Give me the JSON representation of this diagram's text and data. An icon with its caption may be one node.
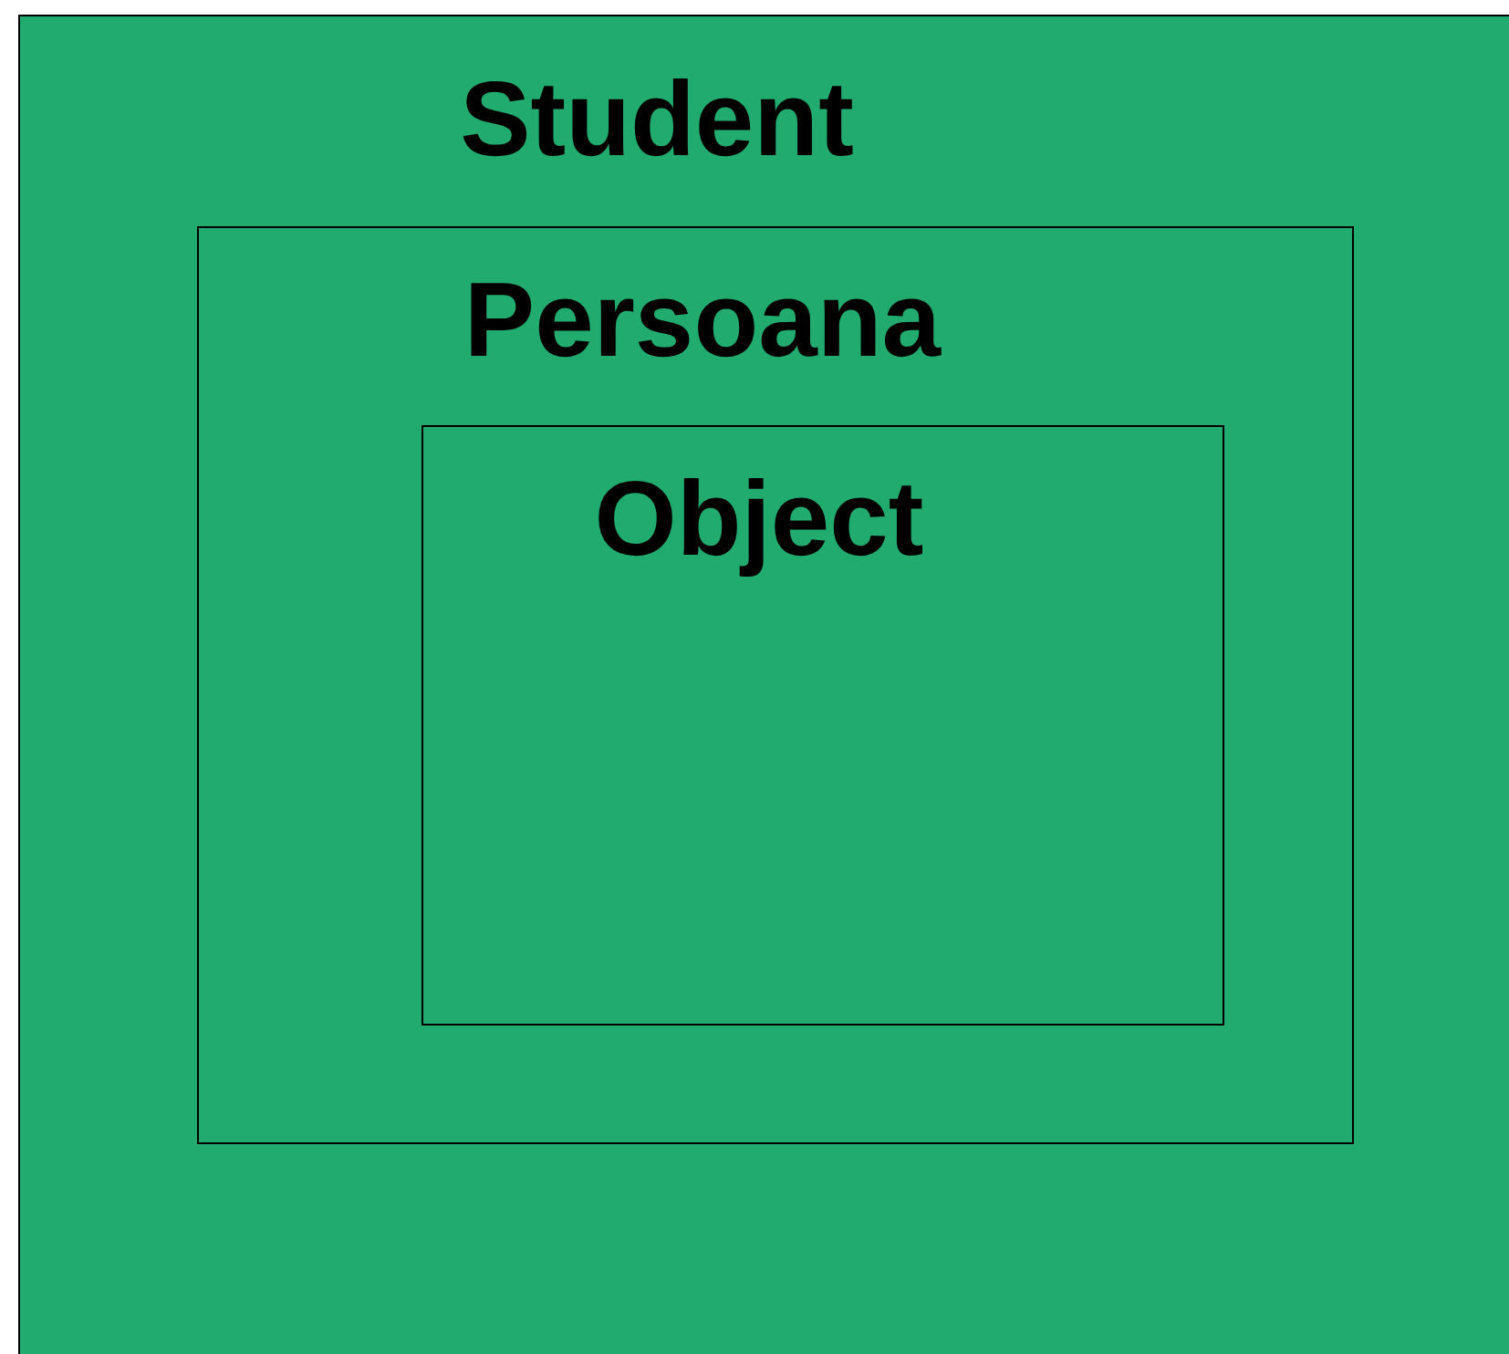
{
  "diagram": {
    "nodes": [
      {
        "text": [
          "Student"
        ]
      },
      {
        "text": [
          "Persoana"
        ],
        "in": 0
      },
      {
        "text": [
          "Object"
        ],
        "in": 1
      }
    ]
  }
}
